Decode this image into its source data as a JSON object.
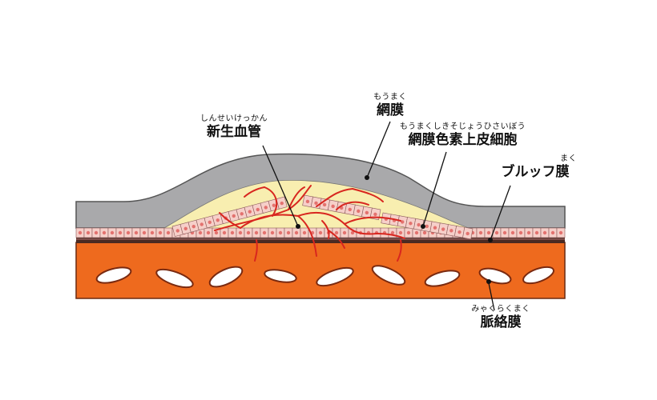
{
  "labels": {
    "neovascular": {
      "ruby": "しんせいけっかん",
      "text": "新生血管"
    },
    "retina": {
      "ruby": "もうまく",
      "text": "網膜"
    },
    "rpe": {
      "ruby": "もうまくしきそじょうひさいぼう",
      "text": "網膜色素上皮細胞"
    },
    "bruch": {
      "ruby": "まく",
      "text": "ブルッフ膜"
    },
    "choroid": {
      "ruby": "みゃくらくまく",
      "text": "脈絡膜"
    }
  },
  "colors": {
    "retina": "#a9a9ab",
    "retina_edge": "#555555",
    "yellow": "#f8eeb0",
    "rpe_cell": "#f6cfc9",
    "rpe_nucleus": "#e3726f",
    "bruch": "#4a2a22",
    "choroid": "#ee6a1e",
    "vessel": "#d8261f"
  }
}
